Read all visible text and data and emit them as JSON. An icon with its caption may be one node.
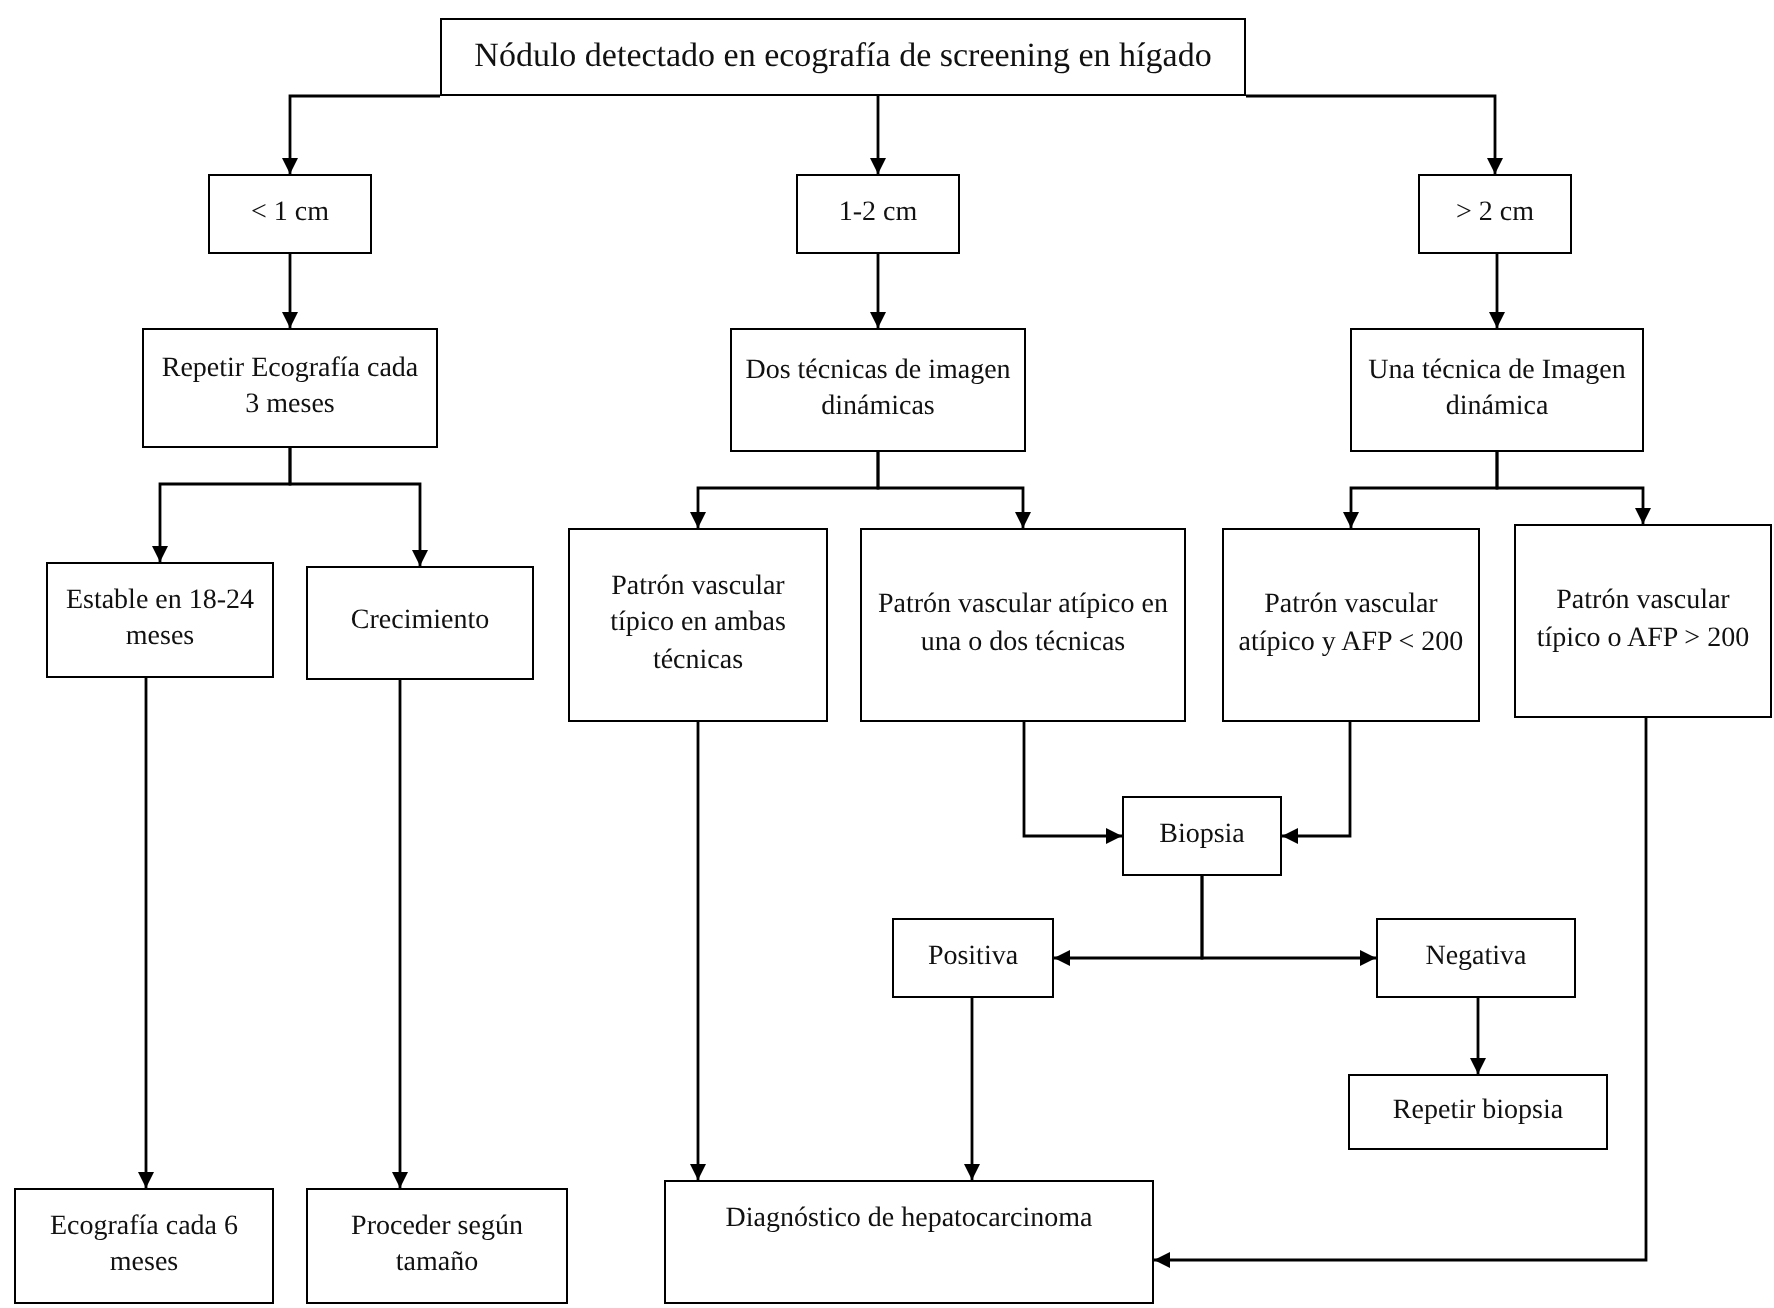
{
  "diagram": {
    "nodes": [
      {
        "text": [
          "Nódulo detectado en ecografía de screening en hígado"
        ]
      },
      {
        "text": [
          "< 1 cm"
        ]
      },
      {
        "text": [
          "1-2 cm"
        ]
      },
      {
        "text": [
          "> 2 cm"
        ]
      },
      {
        "text": [
          "Repetir Ecografía cada 3 meses"
        ]
      },
      {
        "text": [
          "Dos técnicas de imagen dinámicas"
        ]
      },
      {
        "text": [
          "Una técnica de Imagen dinámica"
        ]
      },
      {
        "text": [
          "Estable en 18-24 meses"
        ]
      },
      {
        "text": [
          "Crecimiento"
        ]
      },
      {
        "text": [
          "Patrón vascular típico en ambas técnicas"
        ]
      },
      {
        "text": [
          "Patrón vascular atípico en una o dos técnicas"
        ]
      },
      {
        "text": [
          "Patrón vascular atípico y AFP < 200"
        ]
      },
      {
        "text": [
          "Patrón vascular típico o AFP > 200"
        ]
      },
      {
        "text": [
          "Biopsia"
        ]
      },
      {
        "text": [
          "Positiva"
        ]
      },
      {
        "text": [
          "Negativa"
        ]
      },
      {
        "text": [
          "Repetir biopsia"
        ]
      },
      {
        "text": [
          "Ecografía cada 6 meses"
        ]
      },
      {
        "text": [
          "Proceder según tamaño"
        ]
      },
      {
        "text": [
          "Diagnóstico de hepatocarcinoma"
        ]
      }
    ],
    "edges": [
      {
        "from": 0,
        "to": 1,
        "arrow": "to"
      },
      {
        "from": 0,
        "to": 2,
        "arrow": "to"
      },
      {
        "from": 0,
        "to": 3,
        "arrow": "to"
      },
      {
        "from": 1,
        "to": 4,
        "arrow": "to"
      },
      {
        "from": 2,
        "to": 5,
        "arrow": "to"
      },
      {
        "from": 3,
        "to": 6,
        "arrow": "to"
      },
      {
        "from": 4,
        "to": 7,
        "arrow": "to"
      },
      {
        "from": 4,
        "to": 8,
        "arrow": "to"
      },
      {
        "from": 5,
        "to": 9,
        "arrow": "to"
      },
      {
        "from": 5,
        "to": 10,
        "arrow": "to"
      },
      {
        "from": 6,
        "to": 11,
        "arrow": "to"
      },
      {
        "from": 6,
        "to": 12,
        "arrow": "to"
      },
      {
        "from": 7,
        "to": 17,
        "arrow": "to"
      },
      {
        "from": 8,
        "to": 18,
        "arrow": "to"
      },
      {
        "from": 9,
        "to": 19,
        "arrow": "to"
      },
      {
        "from": 10,
        "to": 13,
        "arrow": "to"
      },
      {
        "from": 11,
        "to": 13,
        "arrow": "to"
      },
      {
        "from": 13,
        "to": 14,
        "arrow": "to"
      },
      {
        "from": 13,
        "to": 15,
        "arrow": "to"
      },
      {
        "from": 15,
        "to": 16,
        "arrow": "to"
      },
      {
        "from": 14,
        "to": 19,
        "arrow": "to"
      },
      {
        "from": 12,
        "to": 19,
        "arrow": "to"
      }
    ]
  }
}
